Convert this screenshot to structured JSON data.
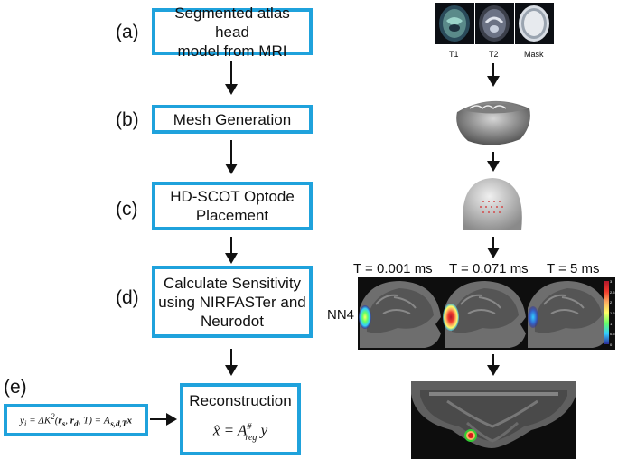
{
  "steps": [
    {
      "id": "a",
      "label": "(a)",
      "text": "Segmented atlas head\nmodel from MRI"
    },
    {
      "id": "b",
      "label": "(b)",
      "text": "Mesh Generation"
    },
    {
      "id": "c",
      "label": "(c)",
      "text": "HD-SCOT Optode\nPlacement"
    },
    {
      "id": "d",
      "label": "(d)",
      "text": "Calculate Sensitivity\nusing NIRFASTer and\nNeurodot"
    },
    {
      "id": "e",
      "label": "(e)"
    }
  ],
  "reconstruction": {
    "title": "Reconstruction",
    "formula": "x̂ = A#reg y"
  },
  "forward_model": {
    "formula": "yᵢ = ΔK²(rₛ, r_d, T) = Aₛ,d,T x"
  },
  "mri_panels": [
    {
      "caption": "T1"
    },
    {
      "caption": "T2"
    },
    {
      "caption": "Mask"
    }
  ],
  "sensitivity": {
    "times": [
      "T = 0.001 ms",
      "T = 0.071 ms",
      "T = 5 ms"
    ],
    "row_label": "NN4",
    "colorbar_ticks": [
      "3",
      "2.5",
      "2",
      "1.5",
      "1",
      "0.5",
      "0"
    ],
    "colorbar_colors": [
      "#b2182b",
      "#ef3b2c",
      "#fdae61",
      "#ffff66",
      "#66ff66",
      "#33ccff",
      "#2b2b99"
    ]
  }
}
